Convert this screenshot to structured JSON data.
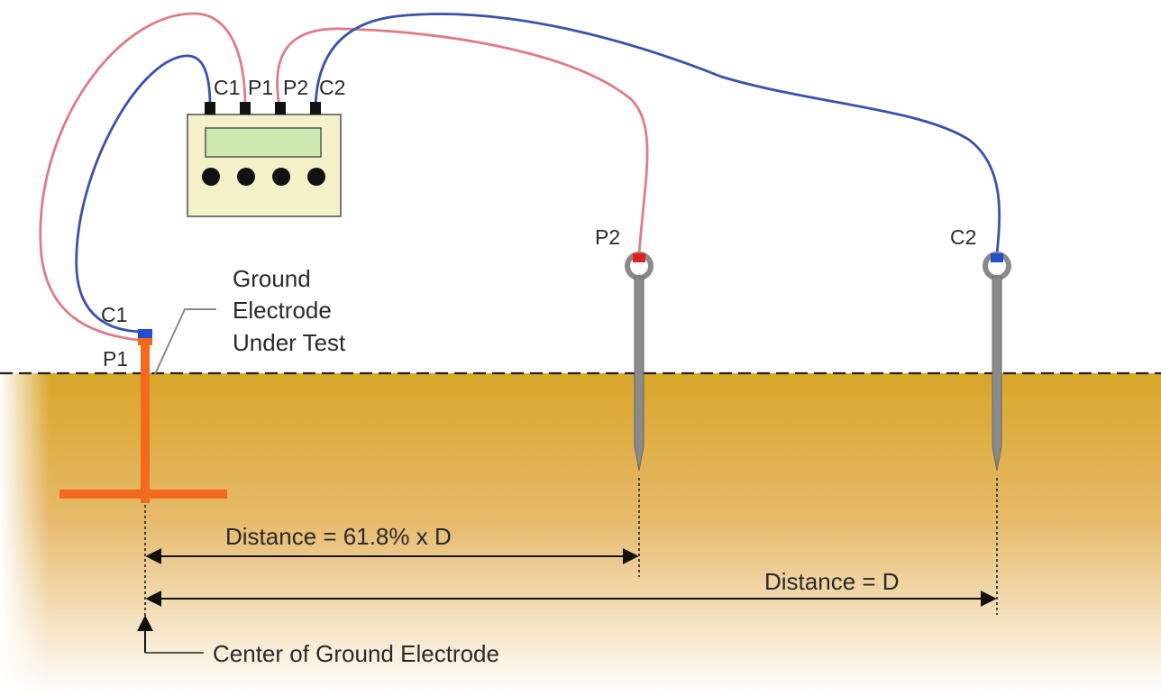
{
  "meter": {
    "terminals": [
      "C1",
      "P1",
      "P2",
      "C2"
    ]
  },
  "electrode": {
    "label_c1": "C1",
    "label_p1": "P1",
    "callout_line1": "Ground",
    "callout_line2": "Electrode",
    "callout_line3": "Under Test"
  },
  "probe_p2": {
    "label": "P2"
  },
  "probe_c2": {
    "label": "C2"
  },
  "dimensions": {
    "inner": "Distance = 61.8% x D",
    "outer": "Distance = D"
  },
  "center_label": "Center of Ground Electrode",
  "colors": {
    "red_lead": "#e07a86",
    "blue_lead": "#3a50b0",
    "electrode": "#f36a1c",
    "meter_body": "#f4f1c8",
    "meter_screen": "#cde8b0",
    "probe": "#8a8a8a"
  }
}
